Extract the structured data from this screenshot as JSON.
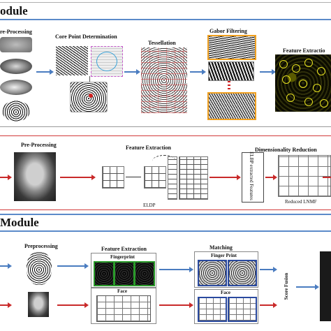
{
  "module1": {
    "title": "odule",
    "steps": {
      "pre_processing": "re-Processing",
      "core_point": "Core Point Determination",
      "tessellation": "Tessellation",
      "gabor": "Gabor Filtering",
      "feature_extraction": "Feature Extractio"
    }
  },
  "module2": {
    "steps": {
      "pre_processing": "Pre-Processing",
      "feature_extraction": "Feature Extraction",
      "eldp": "ELDP",
      "elbp_features": "ELBP extracted Features",
      "dimensionality": "Dimensionality Reduction",
      "reduced": "Reduced LNMF"
    }
  },
  "module3": {
    "title": "Module",
    "steps": {
      "preprocessing": "Preprocessing",
      "feature_extraction": "Feature Extraction",
      "fingerprint": "Fingerprint",
      "face": "Face",
      "matching": "Matching",
      "finger_print": "Finger Print",
      "face_match": "Face",
      "score_fusion": "Score Fusion"
    }
  },
  "colors": {
    "blue_arrow": "#4a7cc0",
    "red_arrow": "#c92a2a",
    "separator_blue": "#5b8ac9",
    "separator_red": "#d23a3a"
  }
}
